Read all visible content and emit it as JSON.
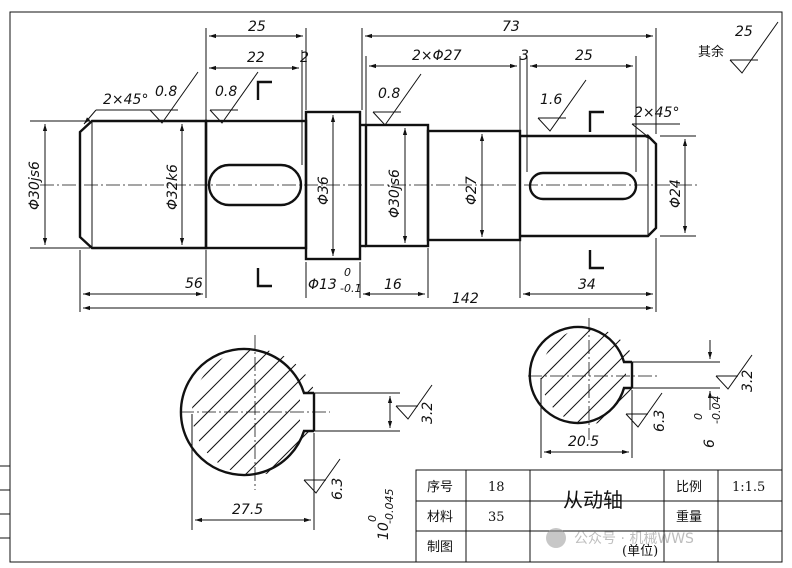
{
  "title_block": {
    "seq_label": "序号",
    "seq_value": "18",
    "material_label": "材料",
    "material_value": "35",
    "drawn_label": "制图",
    "part_name": "从动轴",
    "scale_label": "比例",
    "scale_value": "1:1.5",
    "weight_label": "重量",
    "unit_label": "(单位)"
  },
  "roughness": {
    "others_label": "其余",
    "others_value": "25",
    "r1": "0.8",
    "r2": "0.8",
    "r3": "0.8",
    "r4": "1.6",
    "section_a_slot": "3.2",
    "section_a_face": "6.3",
    "section_b_slot": "3.2",
    "section_b_face": "6.3"
  },
  "dimensions": {
    "d25_top": "25",
    "d22": "22",
    "d2": "2",
    "d73": "73",
    "d2x27": "2×Φ27",
    "d3": "3",
    "d25_right": "25",
    "chamfer_left": "2×45°",
    "chamfer_right": "2×45°",
    "dia_30js6_left": "Φ30js6",
    "dia_32k6": "Φ32k6",
    "dia_36": "Φ36",
    "dia_30js6_right": "Φ30js6",
    "dia_27": "Φ27",
    "dia_24": "Φ24",
    "d56": "56",
    "d13": "Φ13",
    "d13_tol_upper": "0",
    "d13_tol_lower": "-0.1",
    "d16": "16",
    "d142": "142",
    "d34": "34",
    "sec_a_width": "27.5",
    "sec_a_depth": "10",
    "sec_a_depth_upper": "0",
    "sec_a_depth_lower": "-0.045",
    "sec_b_width": "20.5",
    "sec_b_depth": "6",
    "sec_b_depth_upper": "0",
    "sec_b_depth_lower": "-0.04"
  },
  "watermark": "公众号 · 机械WWS"
}
